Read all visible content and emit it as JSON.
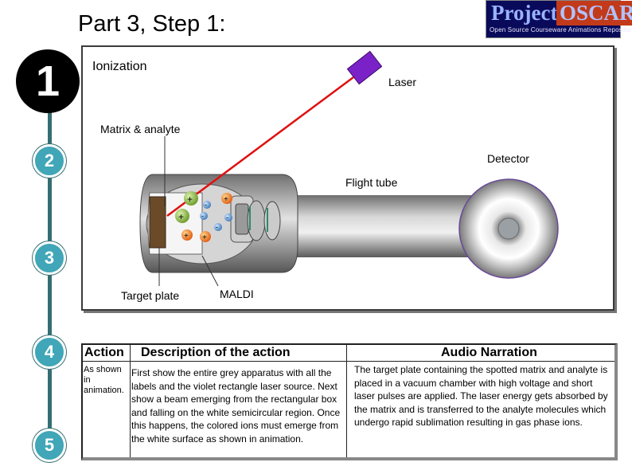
{
  "title": "Part 3, Step 1:",
  "logo": {
    "word1": "Project",
    "word2": "OSCAR",
    "tagline": "Open Source Courseware Animations Repository"
  },
  "steps": [
    "1",
    "2",
    "3",
    "4",
    "5"
  ],
  "diagram": {
    "labels": {
      "ionization": "Ionization",
      "laser": "Laser",
      "matrix": "Matrix & analyte",
      "detector": "Detector",
      "flight_tube": "Flight tube",
      "target_plate": "Target plate",
      "maldi": "MALDI"
    },
    "ion_signs": {
      "positive": "+",
      "negative": "-"
    }
  },
  "table": {
    "headers": {
      "action": "Action",
      "description": "Description of the action",
      "audio": "Audio Narration"
    },
    "action_text": "As shown in animation.",
    "description_text": "First show the entire grey apparatus with all the labels and the violet rectangle laser source. Next show a beam emerging from the rectangular box and falling on the white semicircular region. Once this happens, the colored ions must emerge from the white surface as shown in animation.",
    "audio_text": "The target plate containing the spotted matrix and analyte is placed in a vacuum chamber with high voltage and short laser pulses are applied. The laser energy gets absorbed by the matrix and is transferred to the analyte molecules which undergo rapid sublimation resulting in gas phase ions."
  }
}
